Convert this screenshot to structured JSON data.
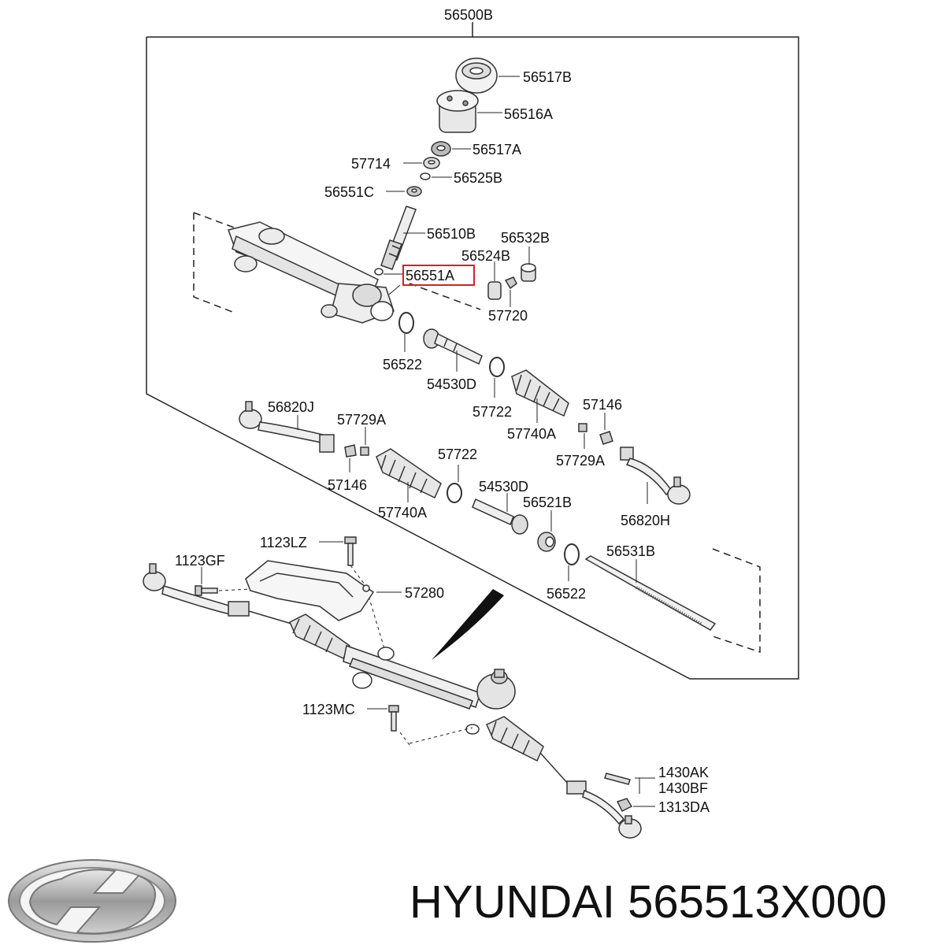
{
  "diagram": {
    "assembly_label": "56500B",
    "highlight_color": "#d62020",
    "part_labels": {
      "p56517B": "56517B",
      "p56516A": "56516A",
      "p56517A": "56517A",
      "p57714": "57714",
      "p56525B": "56525B",
      "p56551C": "56551C",
      "p56510B": "56510B",
      "p56532B": "56532B",
      "p56524B": "56524B",
      "p56551A": "56551A",
      "p57720": "57720",
      "p56522a": "56522",
      "p54530Da": "54530D",
      "p57722a": "57722",
      "p57740Aa": "57740A",
      "p57146a": "57146",
      "p57729Aa": "57729A",
      "p56820J": "56820J",
      "p57729Ab": "57729A",
      "p57146b": "57146",
      "p57722b": "57722",
      "p57740Ab": "57740A",
      "p54530Db": "54530D",
      "p56521B": "56521B",
      "p56820H": "56820H",
      "p56531B": "56531B",
      "p56522b": "56522",
      "p1123LZ": "1123LZ",
      "p1123GF": "1123GF",
      "p57280": "57280",
      "p1123MC": "1123MC",
      "p1430AK": "1430AK",
      "p1430BF": "1430BF",
      "p1313DA": "1313DA"
    }
  },
  "footer": {
    "brand": "HYUNDAI",
    "part_number": "565513X000",
    "logo_icon": "hyundai-logo-icon"
  }
}
